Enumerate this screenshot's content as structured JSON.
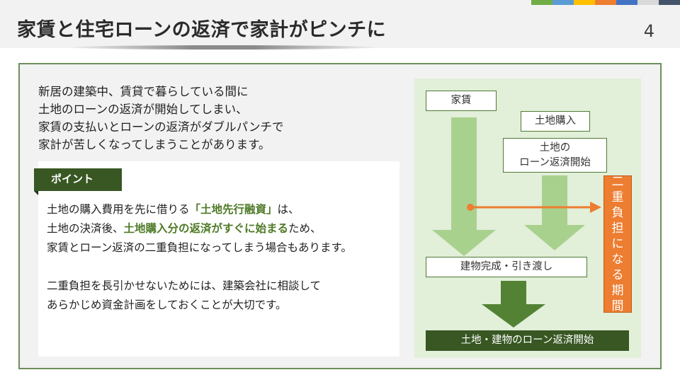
{
  "header": {
    "title": "家賃と住宅ローンの返済で家計がピンチに",
    "page_number": "4",
    "stripe_colors": [
      "#70ad47",
      "#5b9bd5",
      "#ffc000",
      "#ed7d31",
      "#4472c4",
      "#d9d9d9",
      "#44546a"
    ]
  },
  "intro": {
    "lines": [
      "新居の建築中、賃貸で暮らしている間に",
      "土地のローンの返済が開始してしまい、",
      "家賃の支払いとローンの返済がダブルパンチで",
      "家計が苦しくなってしまうことがあります。"
    ]
  },
  "point": {
    "label": "ポイント",
    "p1_a": "土地の購入費用を先に借りる",
    "p1_hl": "「土地先行融資」",
    "p1_b": "は、",
    "p2_a": "土地の決済後、",
    "p2_hl": "土地購入分の返済がすぐに始まる",
    "p2_b": "ため、",
    "p3": "家賃とローン返済の二重負担になってしまう場合もあります。",
    "p4": "二重負担を長引かせないためには、建築会社に相談して",
    "p5": "あらかじめ資金計画をしておくことが大切です。"
  },
  "diagram": {
    "rent": "家賃",
    "land_purchase": "土地購入",
    "land_repay_line1": "土地の",
    "land_repay_line2": "ローン返済開始",
    "building_complete": "建物完成・引き渡し",
    "full_repay": "土地・建物のローン返済開始",
    "double_burden_chars": [
      "二",
      "重",
      "負",
      "担",
      "に",
      "な",
      "る",
      "期",
      "間"
    ],
    "colors": {
      "light_arrow": "#a9d18e",
      "dark_green": "#548235",
      "orange": "#ed7d31"
    }
  }
}
